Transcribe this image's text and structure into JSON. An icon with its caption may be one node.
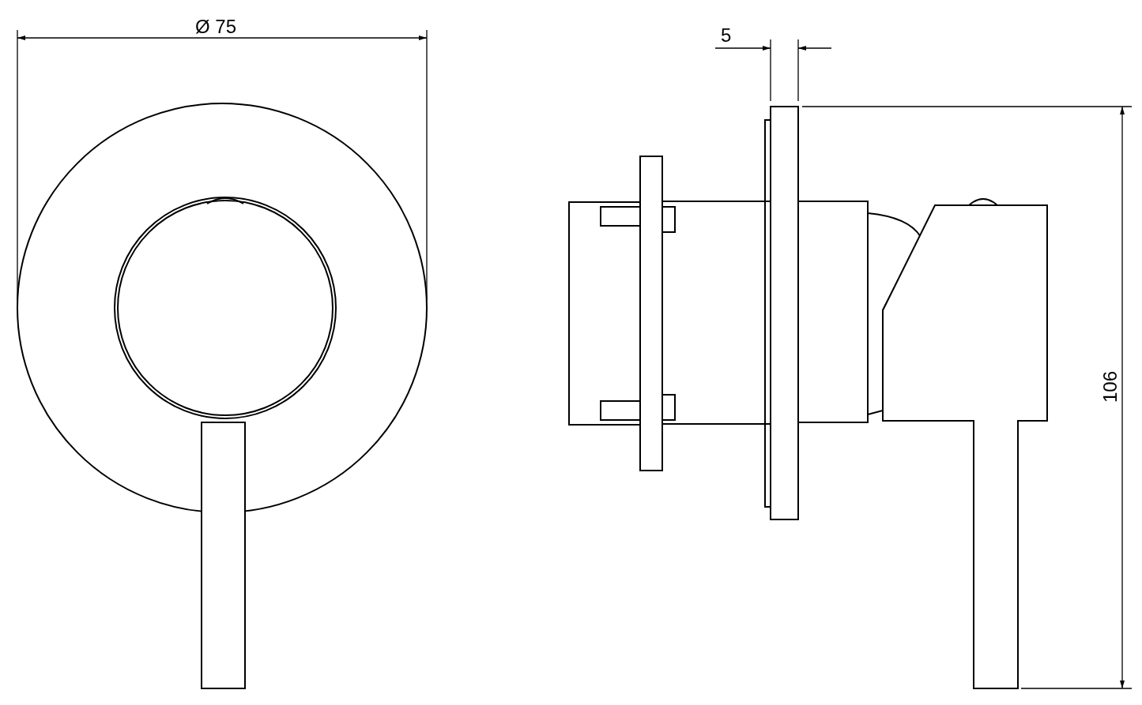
{
  "diagram": {
    "labels": [
      "Ø 75",
      "5",
      "106"
    ]
  }
}
